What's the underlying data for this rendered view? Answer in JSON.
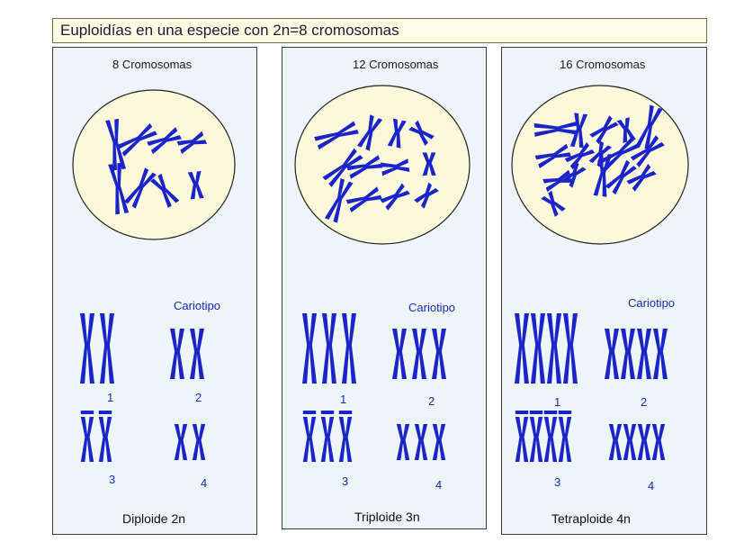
{
  "title": "Euploidías en una especie con 2n=8 cromosomas",
  "colors": {
    "chromosome": "#1a24c8",
    "cell_fill": "#fbf8dc",
    "panel_fill": "#eef5f8",
    "label_blue": "#1c2bb5"
  },
  "panels": [
    {
      "chromosome_count": "8 Cromosomas",
      "karyotype_label": "Cariotipo",
      "pair_labels": [
        "1",
        "2",
        "3",
        "4"
      ],
      "copies_per_group": 2,
      "ploidy_label": "Diploide 2n"
    },
    {
      "chromosome_count": "12 Cromosomas",
      "karyotype_label": "Cariotipo",
      "pair_labels": [
        "1",
        "2",
        "3",
        "4"
      ],
      "copies_per_group": 3,
      "ploidy_label": "Triploide 3n"
    },
    {
      "chromosome_count": "16 Cromosomas",
      "karyotype_label": "Cariotipo",
      "pair_labels": [
        "1",
        "2",
        "3",
        "4"
      ],
      "copies_per_group": 4,
      "ploidy_label": "Tetraploide 4n"
    }
  ]
}
